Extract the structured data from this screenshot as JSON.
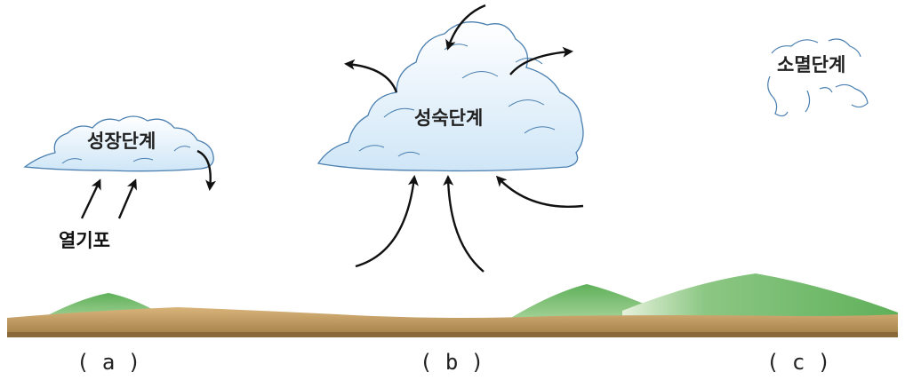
{
  "stages": {
    "growth": {
      "label": "성장단계"
    },
    "mature": {
      "label": "성숙단계"
    },
    "dissipating": {
      "label": "소멸단계"
    }
  },
  "thermal_label": "열기포",
  "panels": {
    "a": "( a )",
    "b": "( b )",
    "c": "( c )"
  },
  "colors": {
    "cloud_fill_top": "#ffffff",
    "cloud_fill_bottom": "#cfe6f7",
    "cloud_outline": "#4a7fb0",
    "ground": "#c9a36a",
    "ground_dark": "#9d7a45",
    "hill": "#6fb86a",
    "arrow": "#111111"
  }
}
